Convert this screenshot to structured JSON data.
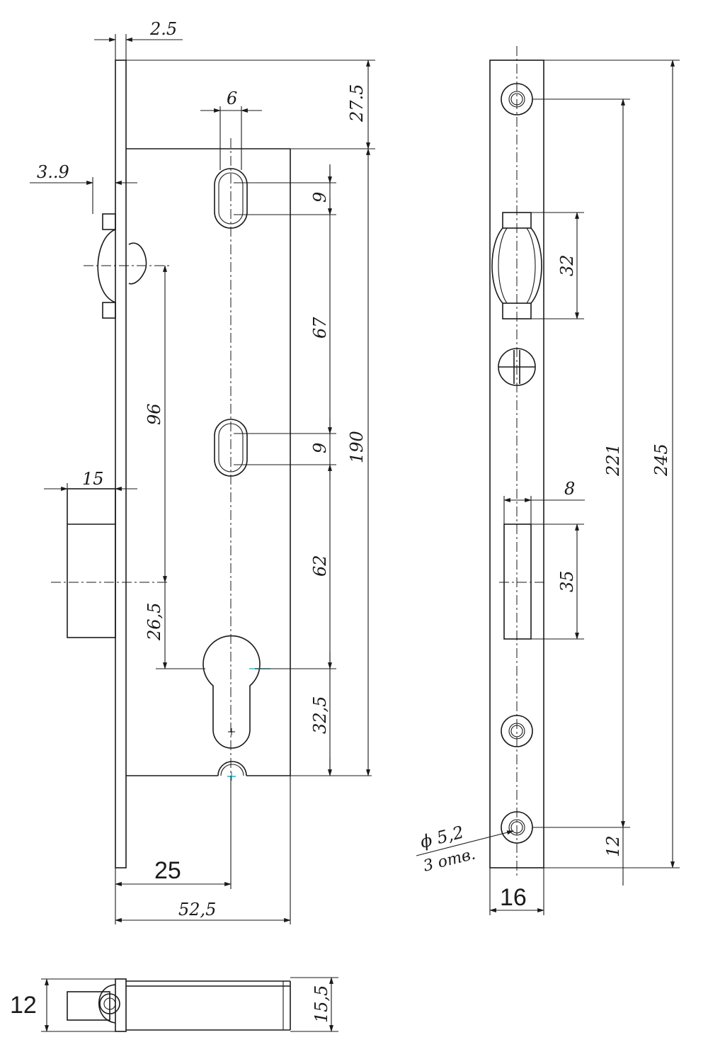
{
  "dimensions": {
    "d_2_5": "2.5",
    "d_27_5": "27.5",
    "d_6": "6",
    "d_3_9": "3..9",
    "d_9_top": "9",
    "d_67": "67",
    "d_96": "96",
    "d_9_mid": "9",
    "d_190": "190",
    "d_15": "15",
    "d_62": "62",
    "d_26_5": "26,5",
    "d_32_5": "32,5",
    "d_25": "25",
    "d_52_5": "52,5",
    "d_32": "32",
    "d_221": "221",
    "d_245": "245",
    "d_8": "8",
    "d_35": "35",
    "d_12_right": "12",
    "d_16": "16",
    "d_12_bottom": "12",
    "d_15_5": "15,5",
    "hole_diameter": "ϕ 5,2",
    "hole_count": "3 отв."
  }
}
